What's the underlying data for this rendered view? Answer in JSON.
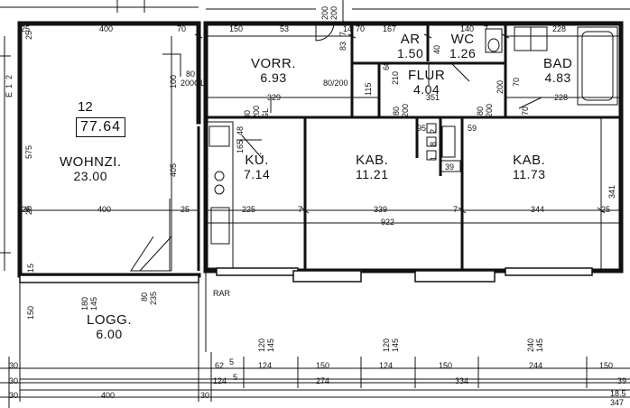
{
  "unit": {
    "number": "12",
    "area": "77.64"
  },
  "rooms": [
    {
      "id": "wohnzi",
      "name": "WOHNZI.",
      "area": "23.00"
    },
    {
      "id": "vorr",
      "name": "VORR.",
      "area": "6.93"
    },
    {
      "id": "ar",
      "name": "AR",
      "area": "1.50"
    },
    {
      "id": "wc",
      "name": "WC",
      "area": "1.26"
    },
    {
      "id": "bad",
      "name": "BAD",
      "area": "4.83"
    },
    {
      "id": "flur",
      "name": "FLUR",
      "area": "4.04"
    },
    {
      "id": "kue",
      "name": "KÜ.",
      "area": "7.14"
    },
    {
      "id": "kab1",
      "name": "KAB.",
      "area": "11.21"
    },
    {
      "id": "kab2",
      "name": "KAB.",
      "area": "11.73"
    },
    {
      "id": "logg",
      "name": "LOGG.",
      "area": "6.00"
    }
  ],
  "labels": {
    "rar": "RAR"
  },
  "dims_h": {
    "top_25": "25",
    "top_400": "400",
    "top_70": "70",
    "vorr_150": "150",
    "vorr_53": "53",
    "vorr_14": "14",
    "ar_70": "70",
    "ar_167": "167",
    "wc_140": "140",
    "wc_7": "7",
    "bad_228_top": "228",
    "vorr_329": "329",
    "vorr_80_200": "80/200",
    "bad_228": "228",
    "flur_351": "351",
    "wz_25": "25",
    "wz_400": "400",
    "wz_25b": "25",
    "kue_225": "225",
    "kue_7": "7",
    "kab1_339": "339",
    "kab1_7": "7",
    "kab2_344": "344",
    "kab2_25": "25",
    "total_922": "922",
    "vorr_80": "80",
    "vorr_200gl": "200GL",
    "flur_95": "95",
    "flur_59": "59",
    "flur_39": "39",
    "b1_30": "30",
    "b1_62": "62",
    "b1_5": "5",
    "b1_124a": "124",
    "b1_150a": "150",
    "b1_124b": "124",
    "b1_150b": "150",
    "b1_244": "244",
    "b1_150c": "150",
    "b2_30": "30",
    "b2_124": "124",
    "b2_5": "5",
    "b2_274": "274",
    "b2_334": "334",
    "b2_39": "39",
    "b3_30a": "30",
    "b3_30b": "30",
    "b3_400": "400",
    "b3_185": "18.5",
    "b3_347": "347"
  },
  "dims_v": {
    "left_25": "25",
    "left_575": "575",
    "left_25b": "25",
    "left_150": "150",
    "left_15": "15",
    "wz_100": "100",
    "wz_405": "405",
    "ar_83": "83",
    "ar_7": "7",
    "ar_40": "40",
    "vorr_115": "115",
    "flur_80": "80",
    "flur_200": "200",
    "flur_60": "60",
    "flur_210": "210",
    "kab2_80": "80",
    "kab2_200": "200",
    "bad_70a": "70",
    "bad_200": "200",
    "bad_70b": "70",
    "kue_80": "80",
    "kue_200": "200",
    "kue_gl": "GL",
    "kue_48": "48",
    "kue_165": "165",
    "flur_2": "2",
    "flur_8": "8",
    "flur_1": "1",
    "kab2_341": "341",
    "logg_180": "180",
    "logg_145": "145",
    "logg_80": "80",
    "logg_235": "235",
    "w1_120": "120",
    "w1_145": "145",
    "w2_120": "120",
    "w2_145": "145",
    "w3_240": "240",
    "w3_145": "145",
    "top_200a": "200",
    "top_200b": "200",
    "ru_2": "2",
    "ru_1": "1",
    "ru_e": "E"
  }
}
